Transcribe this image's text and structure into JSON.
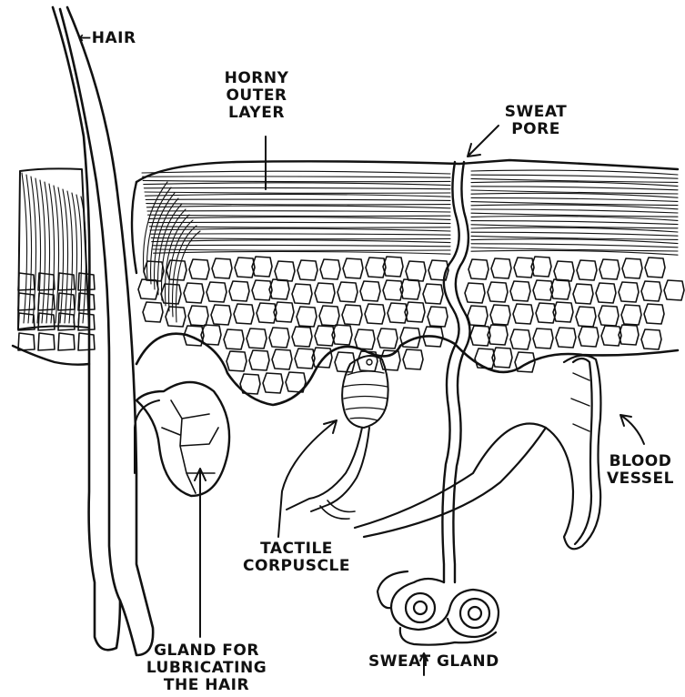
{
  "labels": {
    "hair": "←HAIR",
    "horny": [
      "HORNY",
      "OUTER",
      "LAYER"
    ],
    "sweat_pore": [
      "SWEAT",
      "PORE"
    ],
    "blood_vessel": [
      "BLOOD",
      "VESSEL"
    ],
    "tactile": [
      "TACTILE",
      "CORPUSCLE"
    ],
    "gland_lub": [
      "GLAND FOR",
      "LUBRICATING",
      "THE HAIR"
    ],
    "sweat_gland": "SWEAT GLAND"
  },
  "colors": {
    "ink": "#111111",
    "paper": "#ffffff"
  }
}
